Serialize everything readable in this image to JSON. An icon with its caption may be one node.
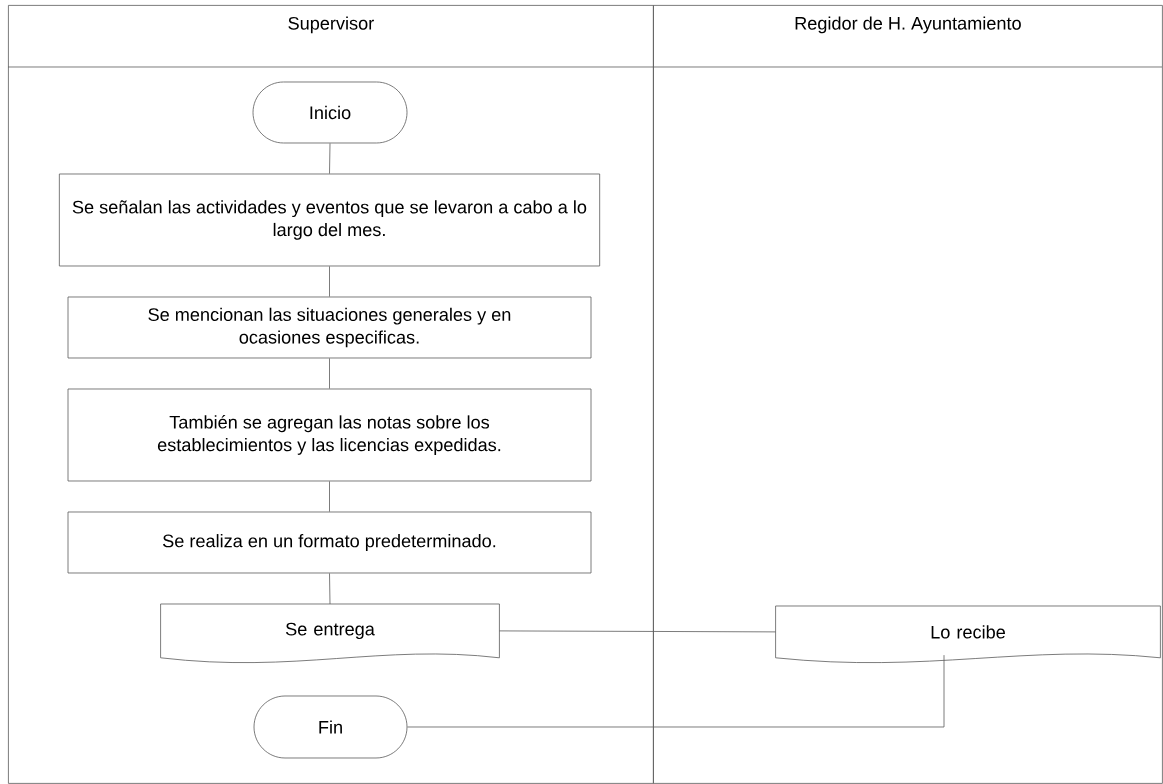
{
  "diagram": {
    "nodes": [
      {
        "text": [
          "Supervisor"
        ]
      },
      {
        "text": [
          "Regidor de H. Ayuntamiento"
        ]
      },
      {
        "text": [
          "Inicio"
        ],
        "in": 0
      },
      {
        "text": [
          "Se señalan las actividades y eventos que se levaron a cabo a lo largo del mes."
        ],
        "in": 0
      },
      {
        "text": [
          "Se mencionan las situaciones generales y en ocasiones especificas."
        ],
        "in": 0
      },
      {
        "text": [
          "También se agregan las notas sobre los establecimientos y las licencias expedidas."
        ],
        "in": 0
      },
      {
        "text": [
          "Se realiza en un formato predeterminado."
        ],
        "in": 0
      },
      {
        "text": [
          "Se entrega"
        ],
        "in": 0
      },
      {
        "text": [
          "Lo recibe"
        ],
        "in": 1
      },
      {
        "text": [
          "Fin"
        ],
        "in": 0
      }
    ],
    "edges": [
      {
        "from": 2,
        "to": 3,
        "arrow": "none"
      },
      {
        "from": 3,
        "to": 4,
        "arrow": "none"
      },
      {
        "from": 4,
        "to": 5,
        "arrow": "none"
      },
      {
        "from": 5,
        "to": 6,
        "arrow": "none"
      },
      {
        "from": 6,
        "to": 7,
        "arrow": "none"
      },
      {
        "from": 7,
        "to": 8,
        "arrow": "none"
      },
      {
        "from": 8,
        "to": 9,
        "arrow": "none"
      }
    ]
  }
}
